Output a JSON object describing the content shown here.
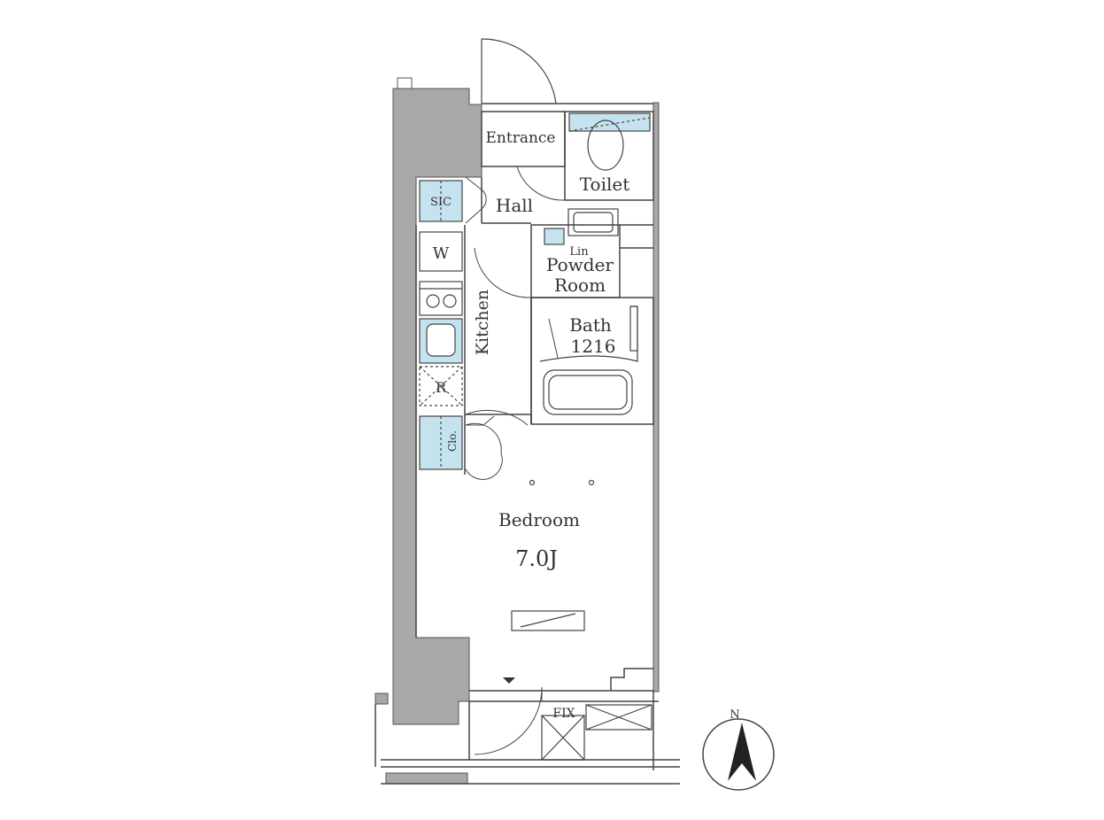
{
  "rooms": {
    "entrance": "Entrance",
    "toilet": "Toilet",
    "sic": "SIC",
    "hall": "Hall",
    "washer": "W",
    "linen": "Lin",
    "powder_line1": "Powder",
    "powder_line2": "Room",
    "kitchen": "Kitchen",
    "bath_line1": "Bath",
    "bath_line2": "1216",
    "refrigerator": "R",
    "closet": "Clo.",
    "bedroom": "Bedroom",
    "bedroom_size": "7.0J",
    "fix": "FIX"
  },
  "compass": {
    "north_label": "N"
  },
  "colors": {
    "wall": "#a8a8a8",
    "storage_fill": "#c5e3ef",
    "line": "#444444"
  }
}
